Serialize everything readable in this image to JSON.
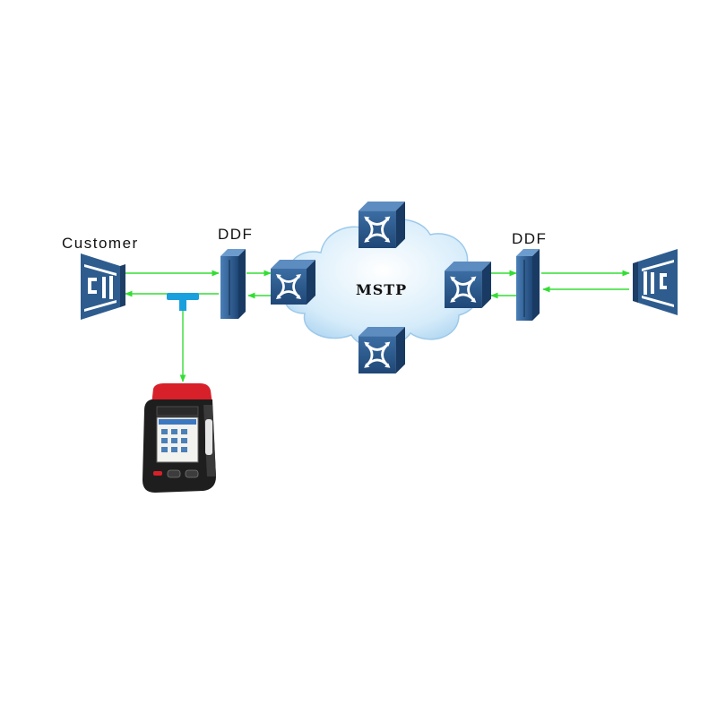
{
  "labels": {
    "customer": "Customer",
    "ddf_left": "DDF",
    "ddf_right": "DDF",
    "network": "MSTP"
  },
  "colors": {
    "link": "#33dd33",
    "tap": "#1aa0dd",
    "device": "#2e5c8e",
    "device_dark": "#1d3e66",
    "cloud": "#cfe6f7",
    "tester_body": "#1e1e1e",
    "tester_accent": "#d8202a"
  },
  "icons": {
    "customer_equipment": "customer-equipment-icon",
    "remote_equipment": "remote-equipment-icon",
    "ddf_panel": "ddf-panel-icon",
    "switch": "mstp-switch-icon",
    "tester": "handheld-tester-icon"
  }
}
